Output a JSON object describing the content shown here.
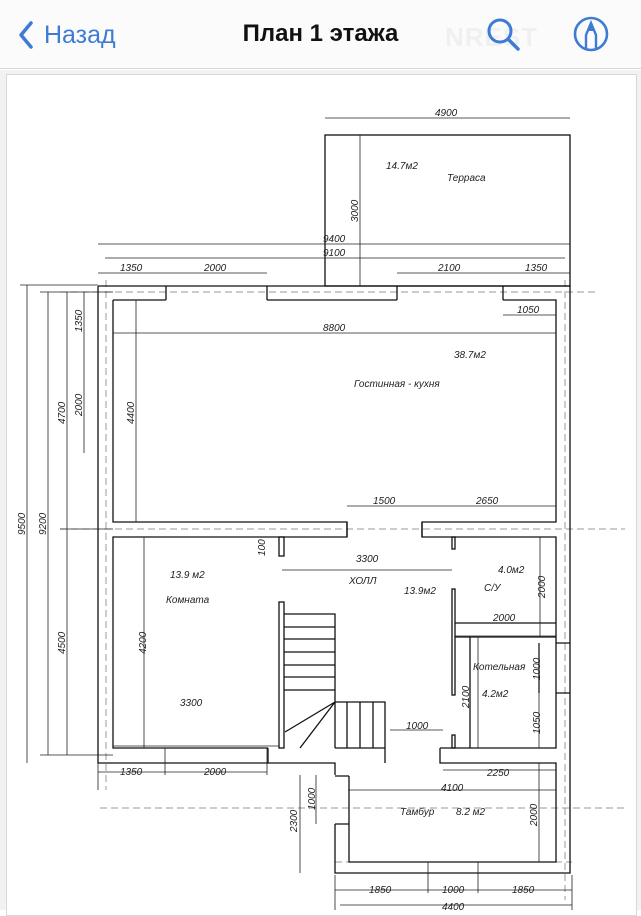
{
  "nav": {
    "back_label": "Назад",
    "title": "План 1 этажа",
    "watermark": "NREST",
    "icons": [
      "chevron-left-icon",
      "search-icon",
      "markup-pen-icon"
    ],
    "accent_color": "#3d7bd4"
  },
  "plan": {
    "rooms": {
      "terrace_area": "14.7м2",
      "terrace_name": "Терраса",
      "living_area": "38.7м2",
      "living_name": "Гостинная - кухня",
      "room_area": "13.9 м2",
      "room_name": "Комната",
      "hall_name": "ХОЛЛ",
      "hall_area": "13.9м2",
      "wc_area": "4.0м2",
      "wc_name": "С/У",
      "boiler_name": "Котельная",
      "boiler_area": "4.2м2",
      "vestibule_name": "Тамбур",
      "vestibule_area": "8.2 м2"
    },
    "dims": {
      "terrace_width": "4900",
      "terrace_depth": "3000",
      "total_9400": "9400",
      "total_9100": "9100",
      "top_1350_left": "1350",
      "top_2000": "2000",
      "top_2100": "2100",
      "top_1350_right": "1350",
      "d_1050_top": "1050",
      "d_8800": "8800",
      "d_4400_v": "4400",
      "d_1500": "1500",
      "d_2650": "2650",
      "left_9500": "9500",
      "left_9200": "9200",
      "left_4700": "4700",
      "left_4500": "4500",
      "left_1350": "1350",
      "left_2000": "2000",
      "d_100": "100",
      "d_3300_hall": "3300",
      "d_4200": "4200",
      "d_3300_room": "3300",
      "wc_2000_v": "2000",
      "wc_2000_h": "2000",
      "boiler_1000": "1000",
      "boiler_1050": "1050",
      "boiler_2100": "2100",
      "door_1000": "1000",
      "bottom_1350": "1350",
      "bottom_2000": "2000",
      "d_2250": "2250",
      "d_4100": "4100",
      "d_2300": "2300",
      "entry_1000": "1000",
      "vest_2000": "2000",
      "b_1850_left": "1850",
      "b_1000": "1000",
      "b_1850_right": "1850",
      "b_4400": "4400"
    }
  }
}
